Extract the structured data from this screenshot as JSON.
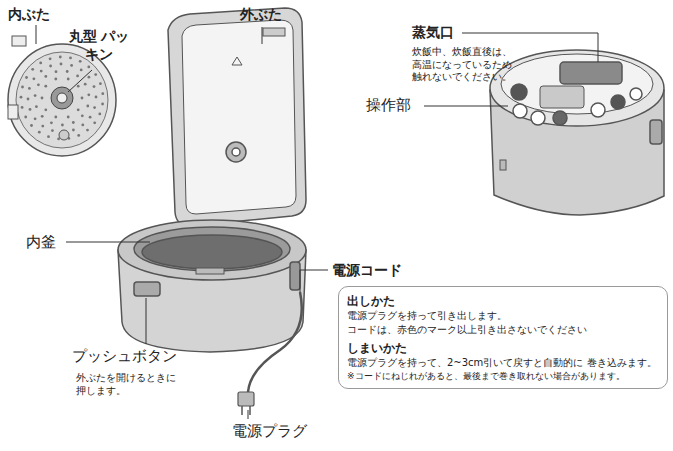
{
  "diagram": {
    "nodes": [
      {
        "text": [
          "出しかた",
          "電源プラグを持って引き出します。",
          "コードは、赤色のマーク以上引き出さないでください",
          "しまいかた",
          "電源プラグを持って、2~3cm引いて戻すと自動的に 巻き込みます。",
          "※コードにねじれがあると、最後まで巻き取れない場合があります。"
        ]
      }
    ],
    "labels": [
      "内ぶた",
      "丸型 パッキン",
      "外ぶた",
      "蒸気口",
      "炊飯中、炊飯直後は、 高温になっているため 触れないでください。",
      "操作部",
      "内釜",
      "電源コード",
      "プッシュボタン",
      "外ぶたを開けるときに 押します。",
      "電源プラグ"
    ]
  }
}
